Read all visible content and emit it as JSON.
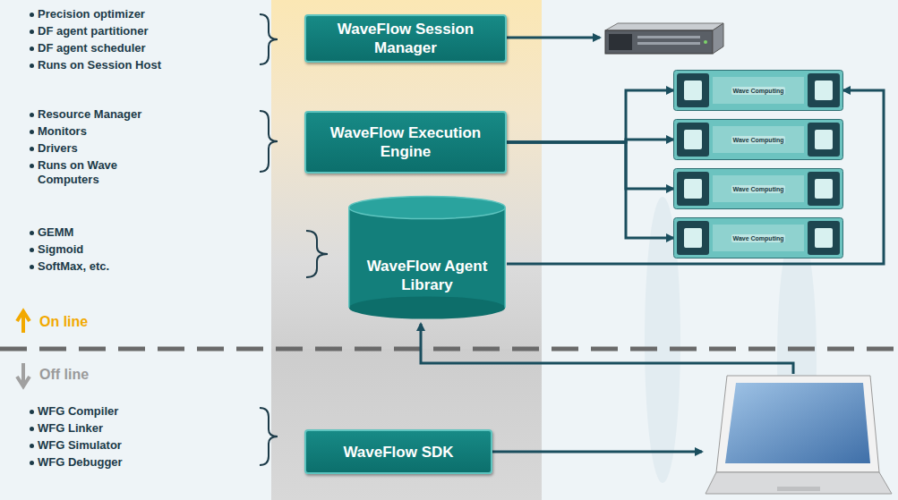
{
  "diagram": {
    "nodes": [
      {
        "text": [
          "WaveFlow Session Manager"
        ]
      },
      {
        "text": [
          "WaveFlow Execution Engine"
        ]
      },
      {
        "text": [
          "WaveFlow Agent Library"
        ]
      },
      {
        "text": [
          "WaveFlow SDK"
        ]
      },
      {
        "text": [
          "Wave Computing"
        ]
      },
      {
        "text": [
          "Wave Computing"
        ]
      },
      {
        "text": [
          "Wave Computing"
        ]
      },
      {
        "text": [
          "Wave Computing"
        ]
      }
    ],
    "edges": [
      {
        "from": 1,
        "to": 4,
        "arrow": "to"
      },
      {
        "from": 1,
        "to": 5,
        "arrow": "to"
      },
      {
        "from": 1,
        "to": 6,
        "arrow": "to"
      },
      {
        "from": 1,
        "to": 7,
        "arrow": "to"
      },
      {
        "from": 2,
        "to": 4,
        "arrow": "to"
      }
    ],
    "labels": [
      "Precision optimizer",
      "DF agent partitioner",
      "DF agent scheduler",
      "Runs on Session Host",
      "Resource Manager",
      "Monitors",
      "Drivers",
      "Runs on Wave Computers",
      "GEMM",
      "Sigmoid",
      "SoftMax, etc.",
      "On line",
      "Off line",
      "WFG Compiler",
      "WFG Linker",
      "WFG Simulator",
      "WFG Debugger"
    ]
  }
}
